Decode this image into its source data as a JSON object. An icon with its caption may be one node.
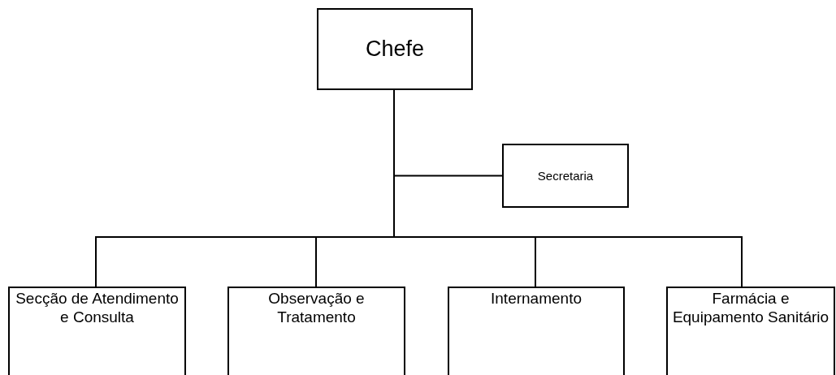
{
  "diagram": {
    "nodes": [
      {
        "text": [
          "Chefe"
        ]
      },
      {
        "text": [
          "Secretaria"
        ]
      },
      {
        "text": [
          "Secção de Atendimento e Consulta"
        ]
      },
      {
        "text": [
          "Observação e Tratamento"
        ]
      },
      {
        "text": [
          "Internamento"
        ]
      },
      {
        "text": [
          "Farmácia e Equipamento Sanitário"
        ]
      }
    ],
    "edges": [
      {
        "from": 0,
        "to": 1,
        "arrow": "none"
      },
      {
        "from": 0,
        "to": 2,
        "arrow": "none"
      },
      {
        "from": 0,
        "to": 3,
        "arrow": "none"
      },
      {
        "from": 0,
        "to": 4,
        "arrow": "none"
      },
      {
        "from": 0,
        "to": 5,
        "arrow": "none"
      }
    ]
  }
}
